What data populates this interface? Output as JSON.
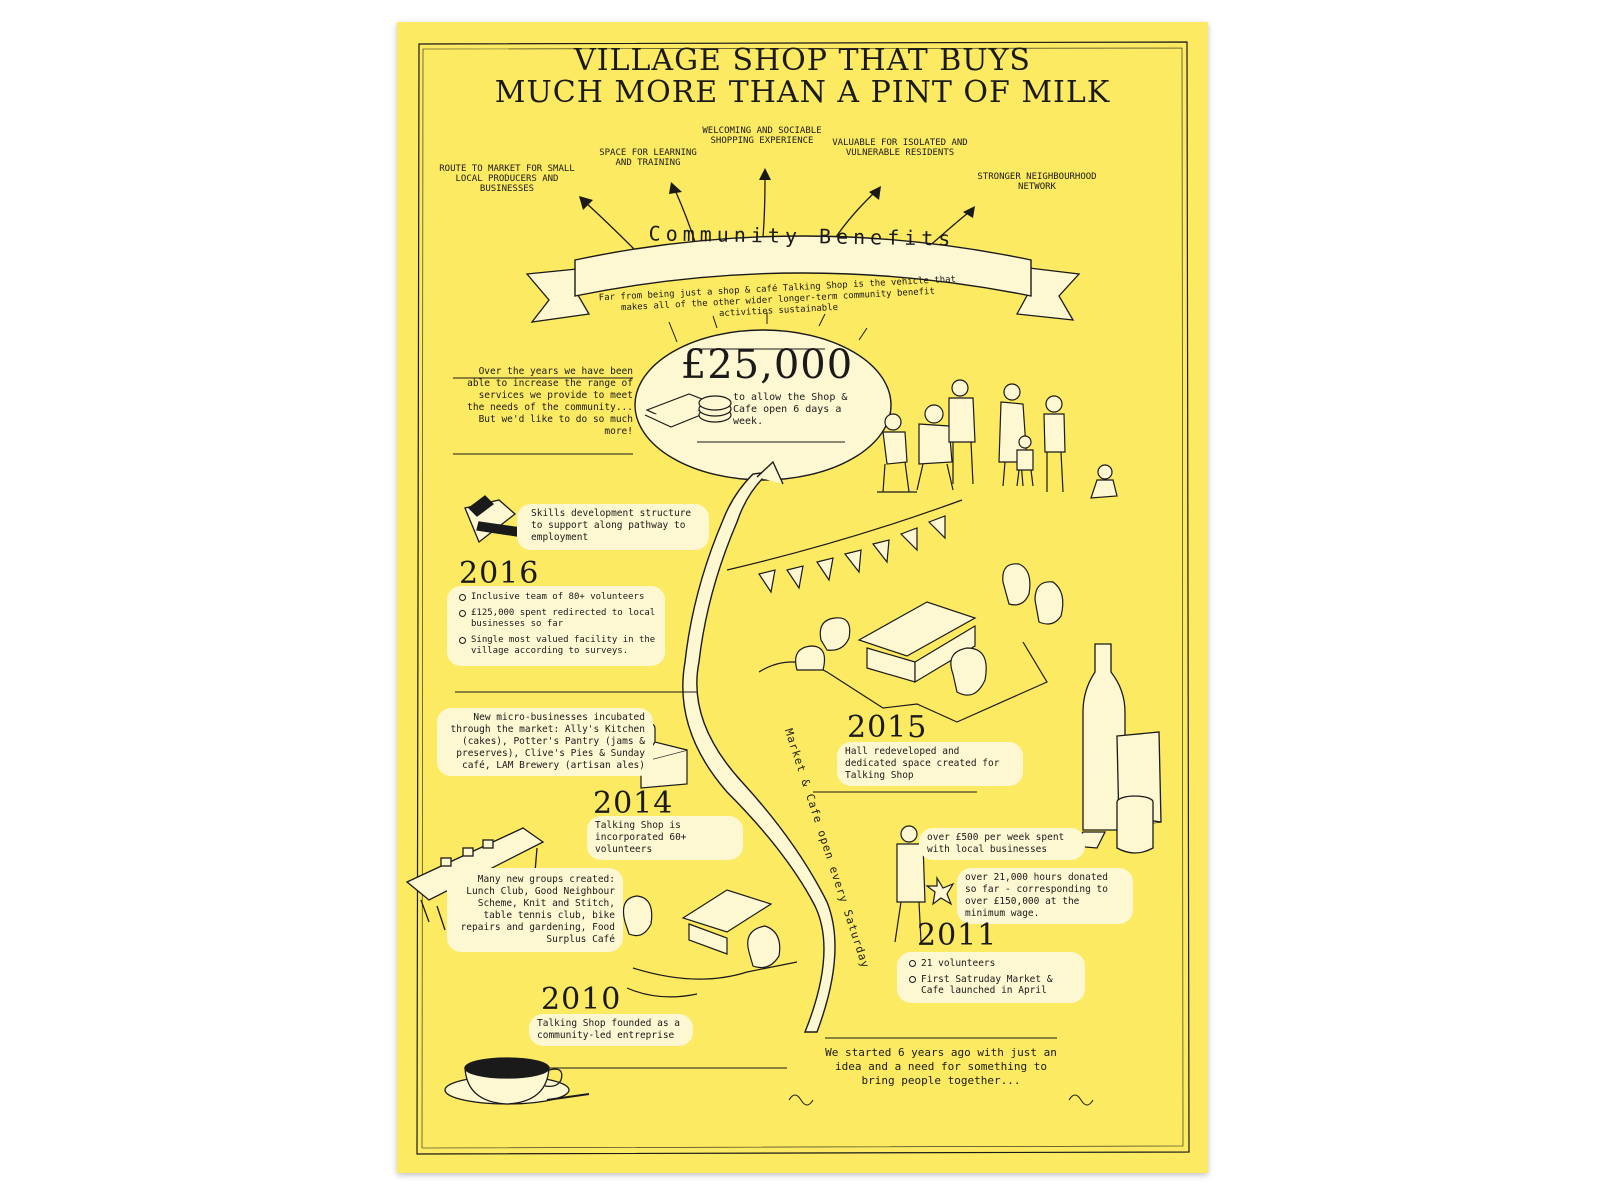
{
  "title": {
    "line1": "VILLAGE SHOP THAT BUYS",
    "line2": "MUCH MORE THAN A PINT OF MILK"
  },
  "benefits": [
    "ROUTE TO MARKET FOR SMALL LOCAL PRODUCERS AND BUSINESSES",
    "SPACE FOR LEARNING AND TRAINING",
    "WELCOMING AND SOCIABLE SHOPPING EXPERIENCE",
    "VALUABLE FOR ISOLATED AND VULNERABLE RESIDENTS",
    "STRONGER NEIGHBOURHOOD NETWORK"
  ],
  "banner": {
    "label": "Community Benefits",
    "subtitle": "Far from being just a shop & café Talking Shop is the vehicle that makes all of the other wider longer-term community benefit activities sustainable"
  },
  "goal": {
    "amount": "£25,000",
    "text": "to allow the Shop & Cafe open 6 days a week."
  },
  "intro_note": "Over the years we have been able to increase the range of services we provide to meet the needs of the community... But we'd like to do so much more!",
  "skills_note": "Skills development structure to support along pathway to employment",
  "y2016": {
    "year": "2016",
    "items": [
      "Inclusive team of 80+ volunteers",
      "£125,000 spent redirected to local businesses so far",
      "Single most valued facility in the village according to surveys."
    ]
  },
  "microbusiness_note": "New micro-businesses incubated through the market: Ally's Kitchen (cakes), Potter's Pantry (jams & preserves), Clive's Pies & Sunday café, LAM Brewery (artisan ales)",
  "y2015": {
    "year": "2015",
    "text": "Hall redeveloped and dedicated space created for Talking Shop"
  },
  "y2014": {
    "year": "2014",
    "text": "Talking Shop is incorporated 60+ volunteers"
  },
  "groups_note": "Many new groups created: Lunch Club, Good Neighbour Scheme, Knit and Stitch, table tennis club, bike repairs and gardening, Food Surplus Café",
  "spent_note": "over £500 per week spent with local businesses",
  "hours_note": "over 21,000 hours donated so far - corresponding to over £150,000 at the minimum wage.",
  "y2011": {
    "year": "2011",
    "items": [
      "21 volunteers",
      "First Satruday Market & Cafe launched in April"
    ]
  },
  "y2010": {
    "year": "2010",
    "text": "Talking Shop founded as a community-led entreprise"
  },
  "path_label": "Market & Cafe open every Saturday",
  "closing_note": "We started 6 years ago with just an idea and a need for something to bring people together...",
  "colors": {
    "poster": "#fcea62",
    "panel": "#fdf7d2",
    "ink": "#1a1a1a"
  }
}
